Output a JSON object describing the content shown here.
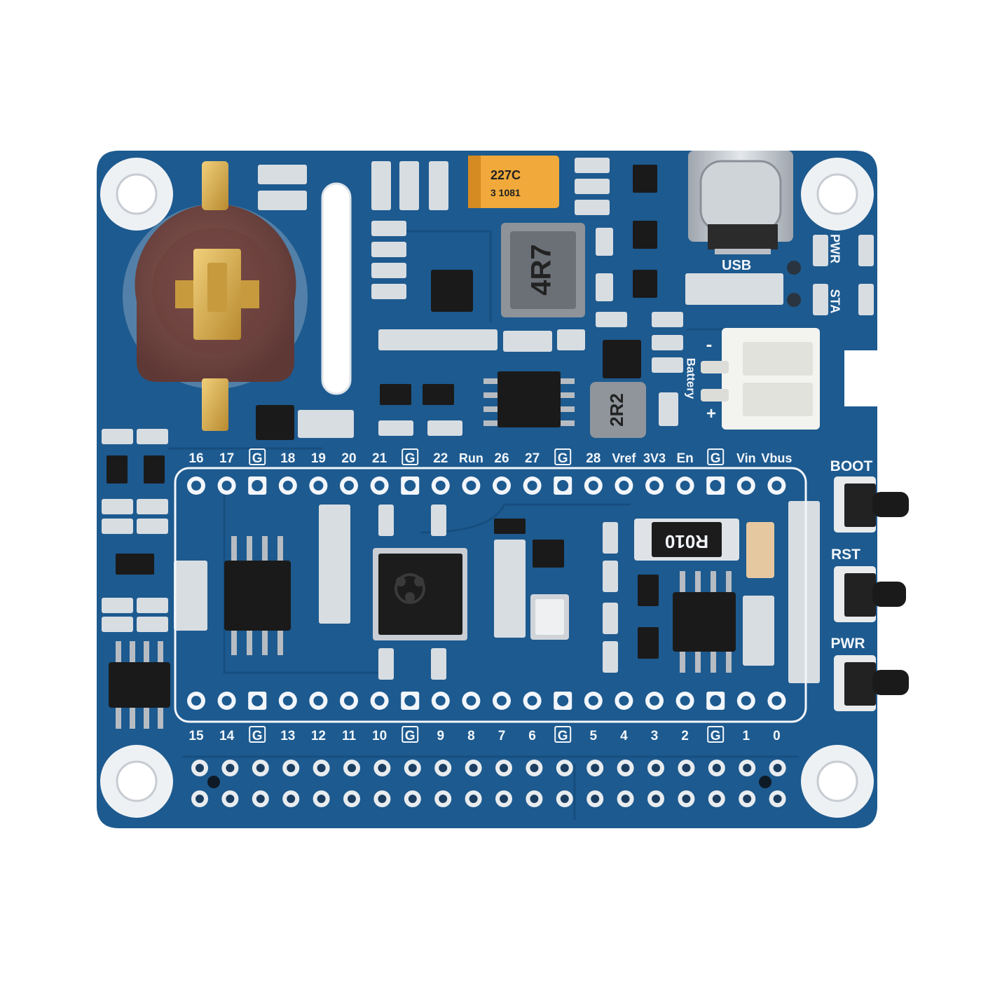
{
  "image": {
    "subject": "Printed circuit board"
  },
  "colors": {
    "background": "#ffffff",
    "pcb": "#1d5a8f",
    "pcb_dark": "#134572",
    "silkscreen": "#f2f6fb",
    "pad": "#c9ced4",
    "chip": "#1a1a1a",
    "battery_holder": "#6e4440",
    "gold": "#d3a447",
    "tantalum": "#f0a93a",
    "connector": "#f3f3f0"
  },
  "labels": {
    "top_pins": [
      "16",
      "17",
      "G",
      "18",
      "19",
      "20",
      "21",
      "G",
      "22",
      "Run",
      "26",
      "27",
      "G",
      "28",
      "Vref",
      "3V3",
      "En",
      "G",
      "Vin",
      "Vbus"
    ],
    "bottom_pins": [
      "15",
      "14",
      "G",
      "13",
      "12",
      "11",
      "10",
      "G",
      "9",
      "8",
      "7",
      "6",
      "G",
      "5",
      "4",
      "3",
      "2",
      "G",
      "1",
      "0"
    ],
    "usb": "USB",
    "pwr_led": "PWR",
    "sta_led": "STA",
    "battery": "Battery",
    "battery_minus": "-",
    "battery_plus": "+",
    "boot_button": "BOOT",
    "rst_button": "RST",
    "pwr_button": "PWR"
  },
  "components": {
    "tantalum_cap": {
      "line1": "227C",
      "line2": "3 1081"
    },
    "inductor_main": "4R7",
    "inductor_small": "2R2",
    "shunt_resistor": "R010"
  },
  "icons": [
    "coin-cell-holder-icon",
    "usb-c-port-icon",
    "tactile-button-icon",
    "jst-connector-icon",
    "mcu-chip-icon",
    "crystal-icon",
    "mounting-hole-icon"
  ]
}
